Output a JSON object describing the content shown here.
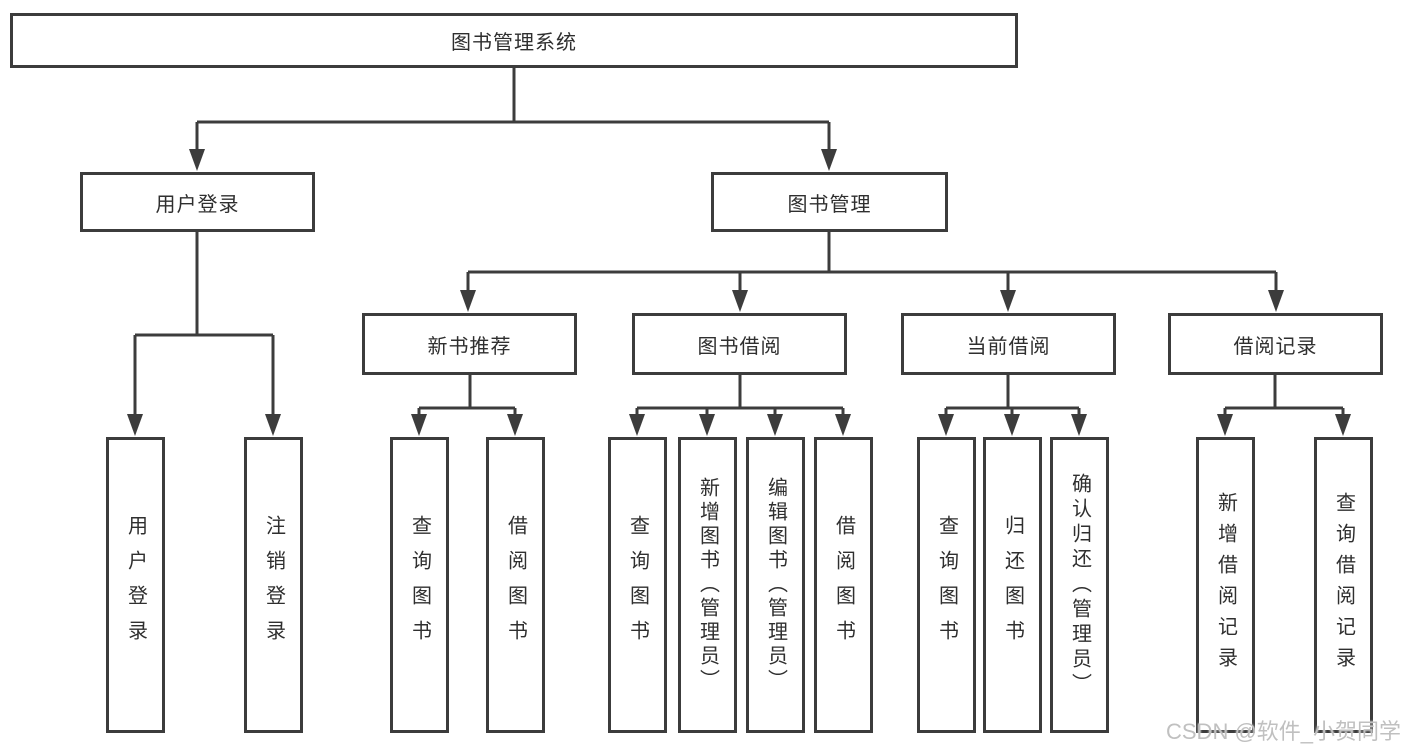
{
  "tree": {
    "root": {
      "label": "图书管理系统"
    },
    "branches": [
      {
        "label": "用户登录",
        "leaves": [
          {
            "label": "用户登录"
          },
          {
            "label": "注销登录"
          }
        ]
      },
      {
        "label": "图书管理",
        "groups": [
          {
            "label": "新书推荐",
            "leaves": [
              {
                "label": "查询图书"
              },
              {
                "label": "借阅图书"
              }
            ]
          },
          {
            "label": "图书借阅",
            "leaves": [
              {
                "label": "查询图书"
              },
              {
                "label": "新增图书（管理员）"
              },
              {
                "label": "编辑图书（管理员）"
              },
              {
                "label": "借阅图书"
              }
            ]
          },
          {
            "label": "当前借阅",
            "leaves": [
              {
                "label": "查询图书"
              },
              {
                "label": "归还图书"
              },
              {
                "label": "确认归还（管理员）"
              }
            ]
          },
          {
            "label": "借阅记录",
            "leaves": [
              {
                "label": "新增借阅记录"
              },
              {
                "label": "查询借阅记录"
              }
            ]
          }
        ]
      }
    ]
  },
  "watermark": {
    "text": "CSDN @软件_小贺同学"
  },
  "colors": {
    "line": "#3c3c3c",
    "text": "#2f2f2f",
    "background": "#ffffff",
    "watermark": "#c0c0c0"
  }
}
